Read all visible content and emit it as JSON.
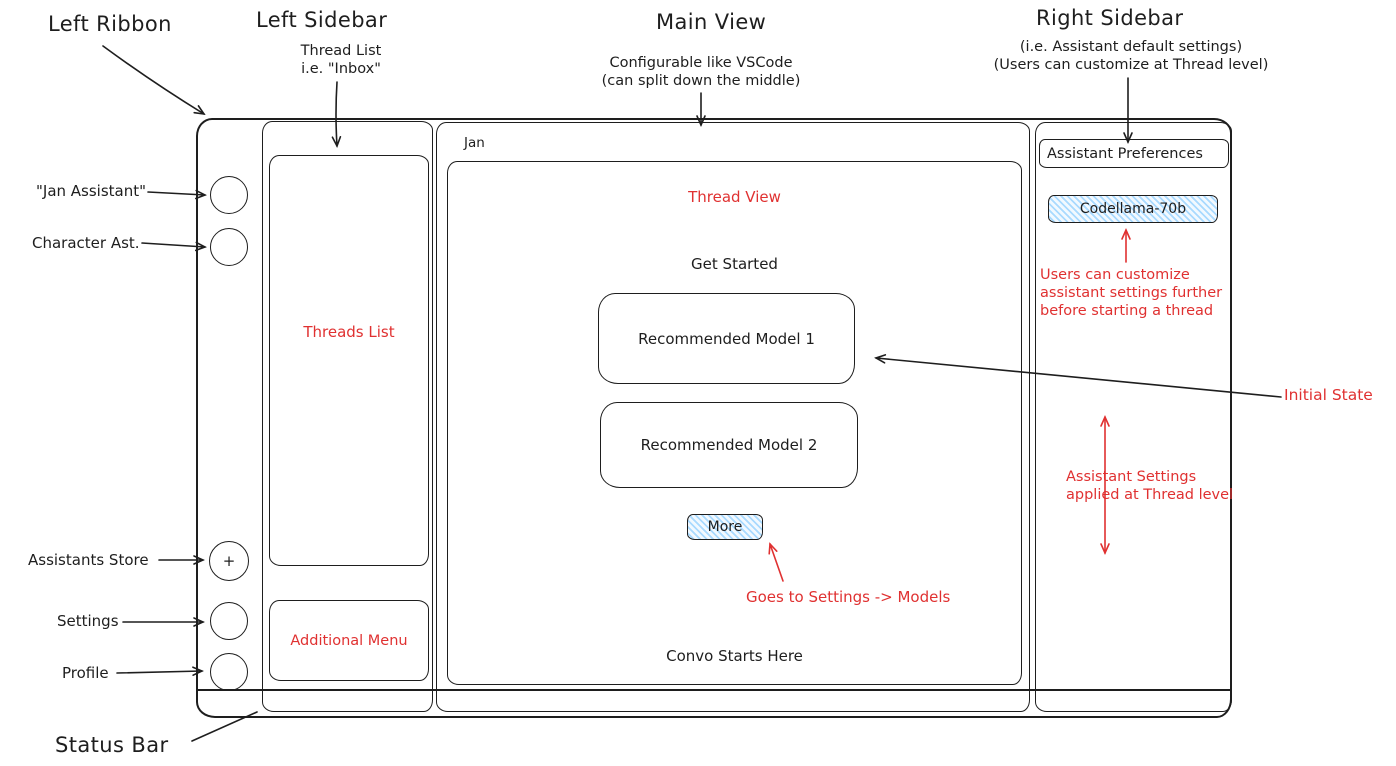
{
  "colors": {
    "ink": "#1e1e1e",
    "red": "#e03131",
    "hatch_blue": "#a5d8ff"
  },
  "annotations": {
    "left_ribbon": "Left Ribbon",
    "left_sidebar_title": "Left Sidebar",
    "left_sidebar_sub1": "Thread List",
    "left_sidebar_sub2": "i.e. \"Inbox\"",
    "main_view_title": "Main View",
    "main_view_sub1": "Configurable like VSCode",
    "main_view_sub2": "(can split down the middle)",
    "right_sidebar_title": "Right Sidebar",
    "right_sidebar_sub1": "(i.e. Assistant default settings)",
    "right_sidebar_sub2": "(Users can customize at Thread level)",
    "jan_assistant": "\"Jan Assistant\"",
    "character_ast": "Character Ast.",
    "assistants_store": "Assistants Store",
    "settings": "Settings",
    "profile": "Profile",
    "status_bar": "Status Bar",
    "initial_state": "Initial State",
    "customize_line1": "Users can customize",
    "customize_line2": "assistant settings further",
    "customize_line3": "before starting a thread",
    "thread_level_line1": "Assistant Settings",
    "thread_level_line2": "applied at Thread level",
    "goes_to_settings": "Goes to Settings -> Models"
  },
  "wireframe": {
    "window_title": "Jan",
    "threads_list": "Threads List",
    "additional_menu": "Additional Menu",
    "thread_view": "Thread View",
    "get_started": "Get Started",
    "model1": "Recommended Model 1",
    "model2": "Recommended Model 2",
    "more": "More",
    "convo_starts": "Convo Starts Here",
    "assistant_preferences": "Assistant Preferences",
    "codellama": "Codellama-70b",
    "store_plus": "+"
  }
}
